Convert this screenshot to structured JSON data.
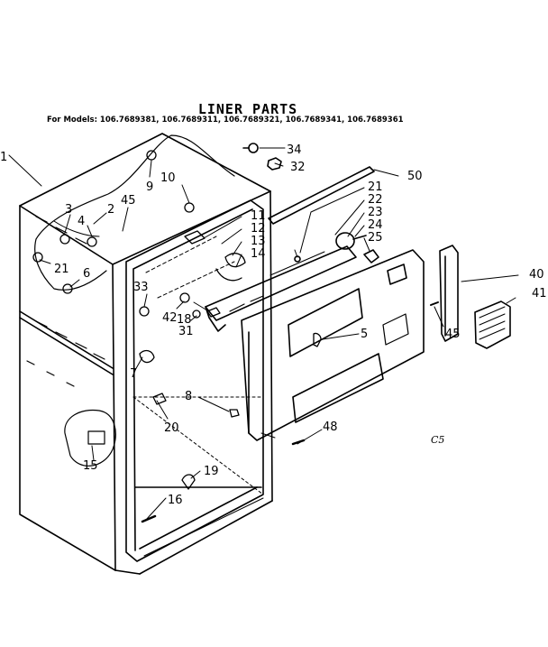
{
  "header": {
    "title": "LINER PARTS",
    "models_text": "For Models: 106.7689381, 106.7689311, 106.7689321, 106.7689341, 106.7689361"
  },
  "footer": {
    "code": "C5"
  },
  "callouts": [
    {
      "id": "1",
      "label": "1"
    },
    {
      "id": "2",
      "label": "2"
    },
    {
      "id": "3",
      "label": "3"
    },
    {
      "id": "4",
      "label": "4"
    },
    {
      "id": "45a",
      "label": "45"
    },
    {
      "id": "9",
      "label": "9"
    },
    {
      "id": "10",
      "label": "10"
    },
    {
      "id": "21a",
      "label": "21"
    },
    {
      "id": "6",
      "label": "6"
    },
    {
      "id": "34",
      "label": "34"
    },
    {
      "id": "32",
      "label": "32"
    },
    {
      "id": "50",
      "label": "50"
    },
    {
      "id": "21b",
      "label": "21"
    },
    {
      "id": "22",
      "label": "22"
    },
    {
      "id": "23",
      "label": "23"
    },
    {
      "id": "24",
      "label": "24"
    },
    {
      "id": "25",
      "label": "25"
    },
    {
      "id": "11",
      "label": "11"
    },
    {
      "id": "12",
      "label": "12"
    },
    {
      "id": "13",
      "label": "13"
    },
    {
      "id": "14",
      "label": "14"
    },
    {
      "id": "33",
      "label": "33"
    },
    {
      "id": "42",
      "label": "42"
    },
    {
      "id": "31",
      "label": "31"
    },
    {
      "id": "18",
      "label": "18"
    },
    {
      "id": "40",
      "label": "40"
    },
    {
      "id": "41",
      "label": "41"
    },
    {
      "id": "5",
      "label": "5"
    },
    {
      "id": "45b",
      "label": "45"
    },
    {
      "id": "7",
      "label": "7"
    },
    {
      "id": "8",
      "label": "8"
    },
    {
      "id": "20",
      "label": "20"
    },
    {
      "id": "48",
      "label": "48"
    },
    {
      "id": "15",
      "label": "15"
    },
    {
      "id": "19",
      "label": "19"
    },
    {
      "id": "16",
      "label": "16"
    }
  ]
}
